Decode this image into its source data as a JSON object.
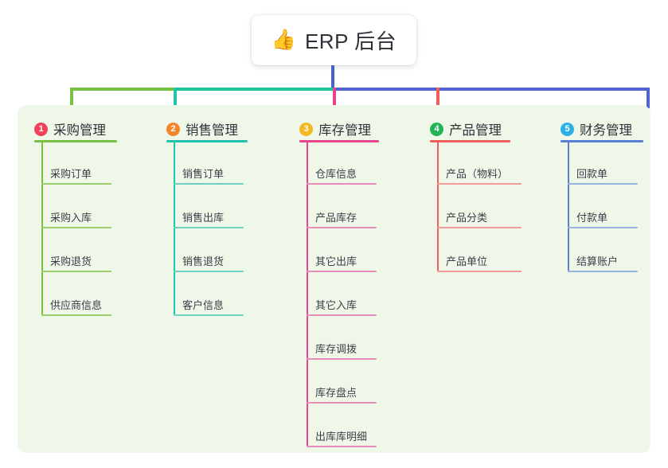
{
  "root": {
    "emoji": "👍",
    "emoji_name": "thumbs-up-icon",
    "title": "ERP 后台"
  },
  "palette": {
    "panel_bg": "#eff7e9",
    "trunk": "#4c5fc4",
    "bus_green": "#7ac143",
    "bus_teal": "#18c79a",
    "bus_blue": "#5163cf",
    "branch1": "#7ac143",
    "branch2": "#21c3ad",
    "branch3": "#e8458f",
    "branch4": "#f15c5c",
    "branch5": "#5a7fd4",
    "badge1": "#f2415c",
    "badge2": "#f5842a",
    "badge3": "#f5b722",
    "badge4": "#22b457",
    "badge5": "#2bb0e8",
    "text": "#3a3f47"
  },
  "branches": [
    {
      "index": "1",
      "title": "采购管理",
      "badge_color": "#f2415c",
      "line_color": "#7ac143",
      "leaf_color": "#9ccb6b",
      "items": [
        {
          "label": "采购订单"
        },
        {
          "label": "采购入库"
        },
        {
          "label": "采购退货"
        },
        {
          "label": "供应商信息"
        }
      ]
    },
    {
      "index": "2",
      "title": "销售管理",
      "badge_color": "#f5842a",
      "line_color": "#21c3ad",
      "leaf_color": "#6fd0c2",
      "items": [
        {
          "label": "销售订单"
        },
        {
          "label": "销售出库"
        },
        {
          "label": "销售退货"
        },
        {
          "label": "客户信息"
        }
      ]
    },
    {
      "index": "3",
      "title": "库存管理",
      "badge_color": "#f5b722",
      "line_color": "#e8458f",
      "leaf_color": "#e98bbb",
      "items": [
        {
          "label": "仓库信息"
        },
        {
          "label": "产品库存"
        },
        {
          "label": "其它出库"
        },
        {
          "label": "其它入库"
        },
        {
          "label": "库存调拨"
        },
        {
          "label": "库存盘点"
        },
        {
          "label": "出库库明细"
        }
      ]
    },
    {
      "index": "4",
      "title": "产品管理",
      "badge_color": "#22b457",
      "line_color": "#f15c5c",
      "leaf_color": "#f39b98",
      "items": [
        {
          "label": "产品（物料）"
        },
        {
          "label": "产品分类"
        },
        {
          "label": "产品单位"
        }
      ]
    },
    {
      "index": "5",
      "title": "财务管理",
      "badge_color": "#2bb0e8",
      "line_color": "#5a7fd4",
      "leaf_color": "#9ab2e0",
      "items": [
        {
          "label": "回款单"
        },
        {
          "label": "付款单"
        },
        {
          "label": "结算账户"
        }
      ]
    }
  ]
}
